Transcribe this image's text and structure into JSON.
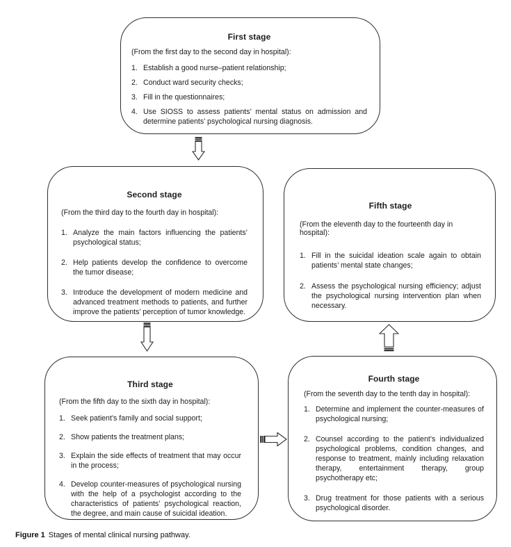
{
  "caption": {
    "label": "Figure 1",
    "text": "Stages of mental clinical nursing pathway."
  },
  "stages": {
    "first": {
      "title": "First stage",
      "subtitle": "(From the first day to the second day in hospital):",
      "items": [
        "Establish a good nurse–patient relationship;",
        "Conduct ward security checks;",
        "Fill in the questionnaires;",
        "Use SIOSS to assess patients’ mental status on admission and determine patients’ psychological nursing diagnosis."
      ]
    },
    "second": {
      "title": "Second stage",
      "subtitle": "(From the third day to the fourth day in hospital):",
      "items": [
        "Analyze the main factors influencing the patients’ psychological status;",
        "Help patients develop the confidence to overcome the tumor disease;",
        "Introduce the development of modern medicine and advanced treatment methods to patients, and further improve the patients’ perception of tumor knowledge."
      ]
    },
    "third": {
      "title": "Third stage",
      "subtitle": "(From the fifth day to the sixth day in hospital):",
      "items": [
        "Seek patient’s family and social support;",
        "Show patients the treatment plans;",
        "Explain the side effects of treatment that may occur in the process;",
        "Develop counter-measures of psychological nursing with the help of a psychologist according to the characteristics of patients’ psychological reaction, the degree, and main cause of suicidal ideation."
      ]
    },
    "fourth": {
      "title": "Fourth stage",
      "subtitle": "(From the seventh day to the tenth day in hospital):",
      "items": [
        "Determine and implement the counter-measures of psychological nursing;",
        "Counsel according to the patient’s individualized psychological problems, condition changes, and response to treatment, mainly including relaxation therapy, entertainment therapy, group psychotherapy etc;",
        "Drug treatment for those patients with a serious psychological disorder."
      ]
    },
    "fifth": {
      "title": "Fifth stage",
      "subtitle": "(From the eleventh day to the fourteenth day in hospital):",
      "items": [
        "Fill in the suicidal ideation scale again to obtain patients’ mental state changes;",
        "Assess the psychological nursing efficiency; adjust the psychological nursing intervention plan when necessary."
      ]
    }
  },
  "connectors": [
    {
      "from": "First stage",
      "to": "Second stage",
      "direction": "down"
    },
    {
      "from": "Second stage",
      "to": "Third stage",
      "direction": "down"
    },
    {
      "from": "Third stage",
      "to": "Fourth stage",
      "direction": "right"
    },
    {
      "from": "Fourth stage",
      "to": "Fifth stage",
      "direction": "up"
    }
  ]
}
